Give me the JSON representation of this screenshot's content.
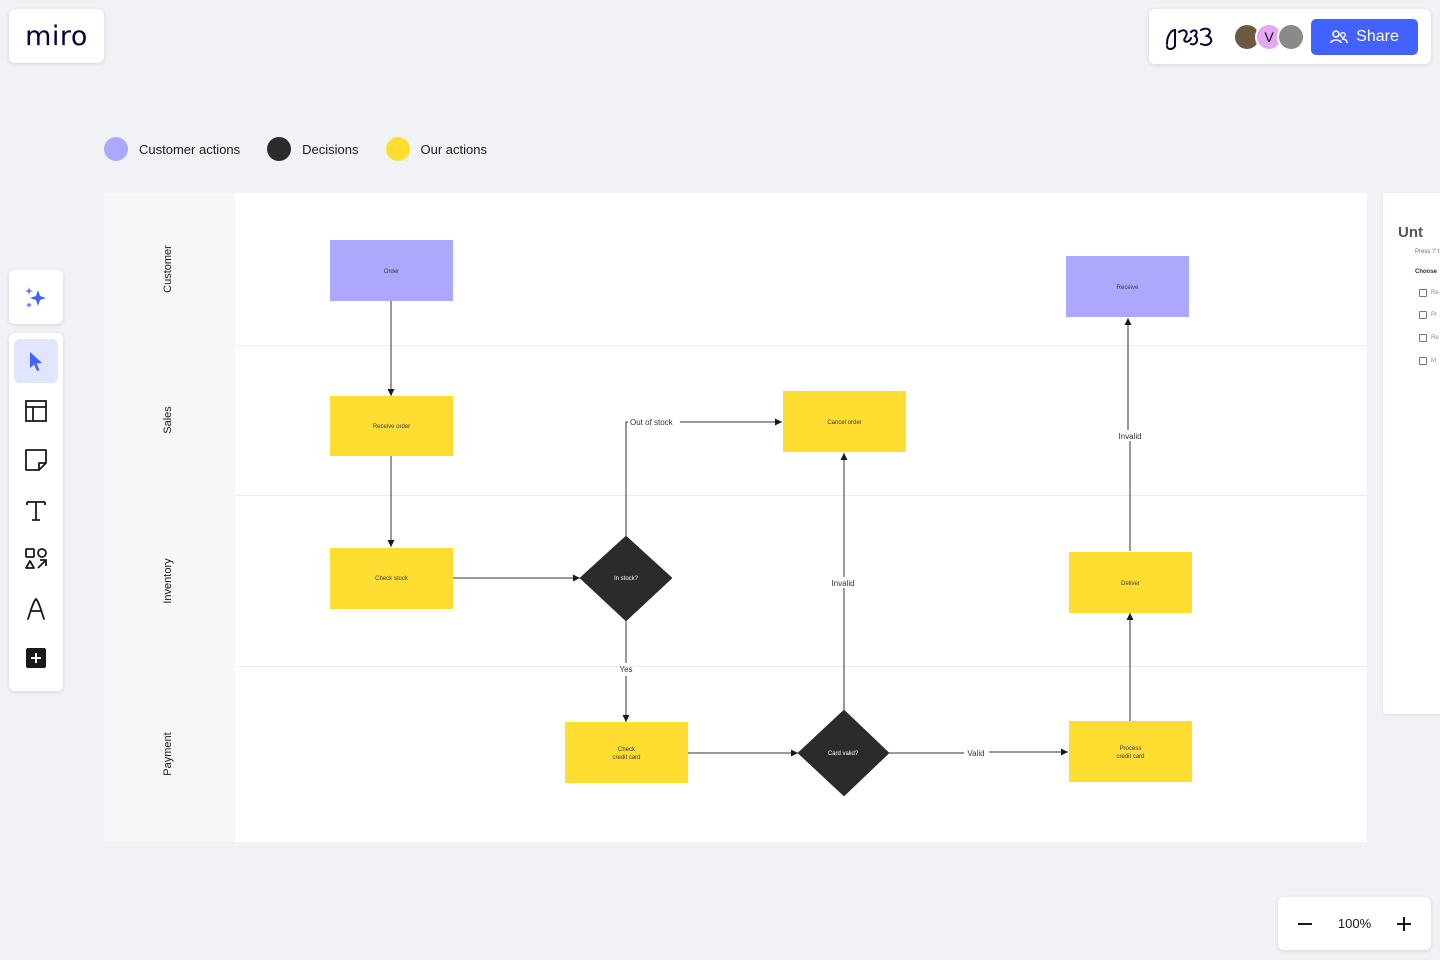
{
  "app": {
    "logo": "miro"
  },
  "header": {
    "avatars": [
      {
        "initial": ""
      },
      {
        "initial": "V"
      },
      {
        "initial": ""
      }
    ],
    "share_label": "Share"
  },
  "legend": [
    {
      "label": "Customer actions",
      "color": "#ada7fd"
    },
    {
      "label": "Decisions",
      "color": "#2b2b2e"
    },
    {
      "label": "Our actions",
      "color": "#ffde31"
    }
  ],
  "lanes": [
    "Customer",
    "Sales",
    "Inventory",
    "Payment"
  ],
  "nodes": {
    "order": "Order",
    "receive_order": "Receive order",
    "check_stock": "Check stock",
    "in_stock": "In stock?",
    "cancel_order": "Cancel order",
    "check_card_1": "Check",
    "check_card_2": "credit card",
    "card_valid": "Card valid?",
    "process_card_1": "Process",
    "process_card_2": "credit card",
    "deliver": "Deliver",
    "receive": "Receive"
  },
  "edge_labels": {
    "out_of_stock": "Out of stock",
    "yes": "Yes",
    "invalid_1": "Invalid",
    "valid": "Valid",
    "invalid_2": "Invalid"
  },
  "side_panel": {
    "title": "Unt",
    "subtitle": "Press '/' t",
    "choose": "Choose",
    "items": [
      "Re",
      "Pr",
      "Re",
      "M"
    ]
  },
  "zoom": {
    "value": "100%"
  }
}
